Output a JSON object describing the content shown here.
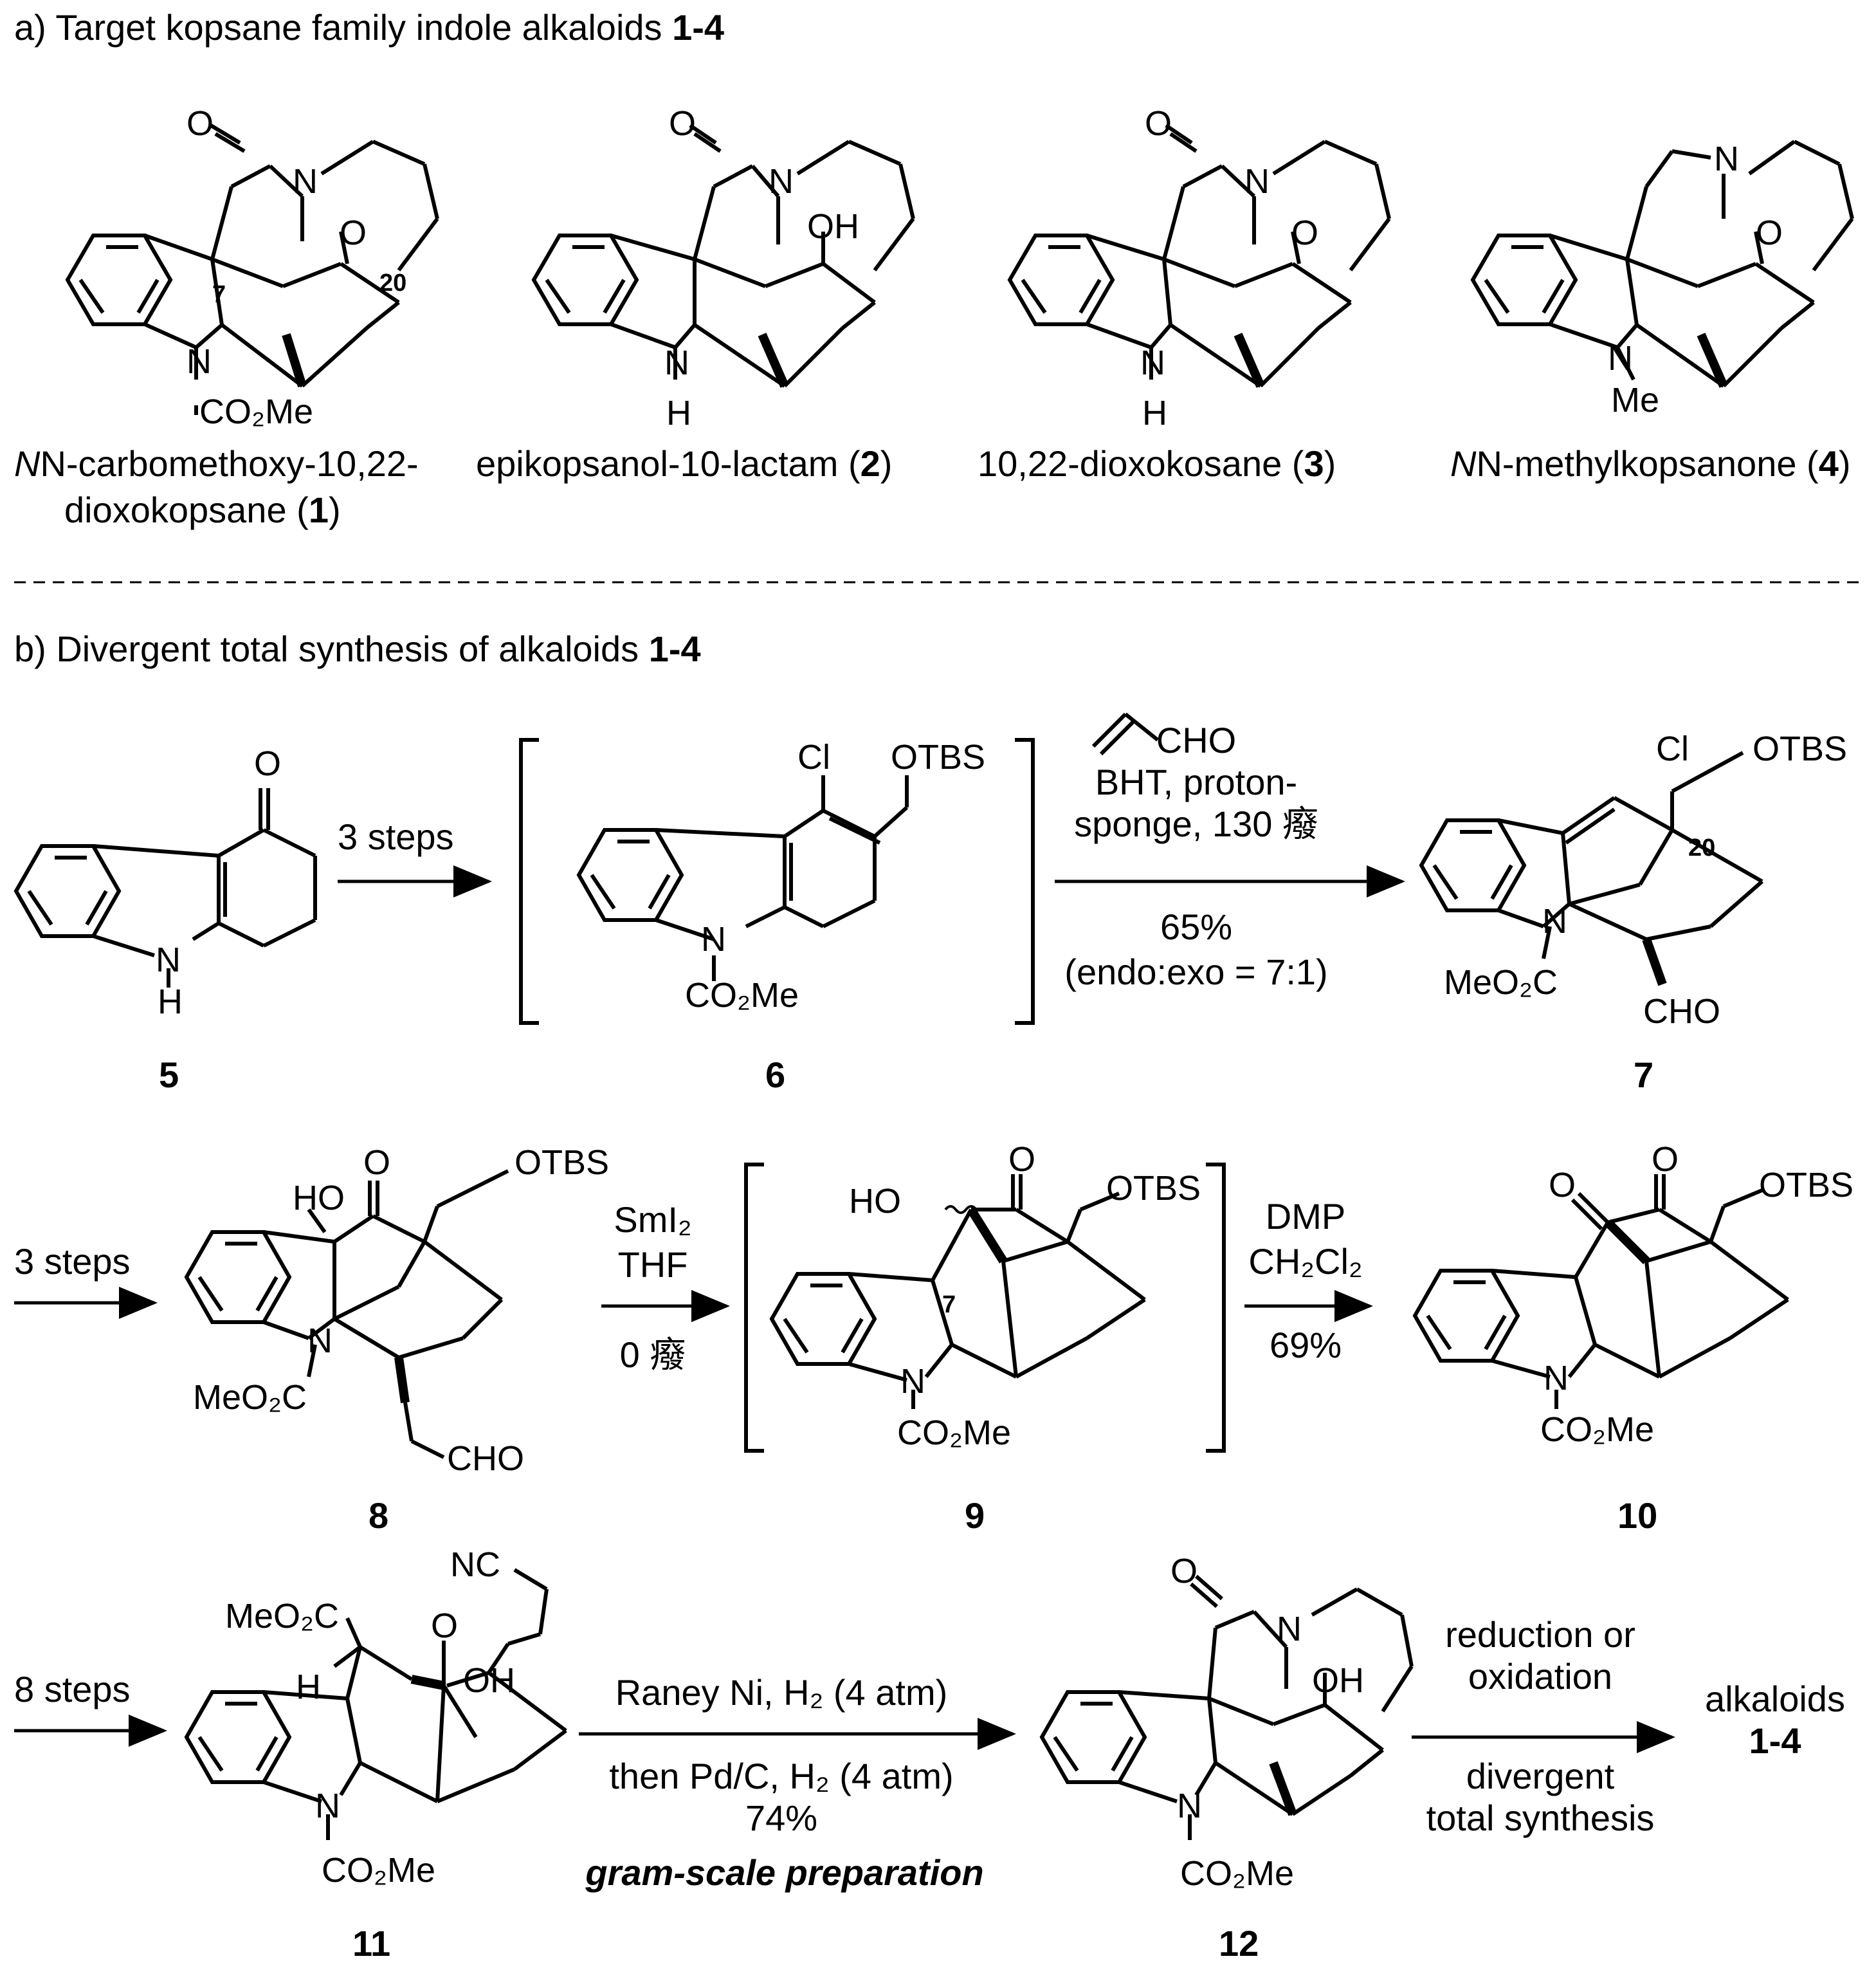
{
  "section_a": {
    "title_prefix": "a) Target kopsane family indole alkaloids ",
    "title_bold": "1-4"
  },
  "section_b": {
    "title_prefix": "b) Divergent total synthesis of alkaloids ",
    "title_bold": "1-4"
  },
  "compounds": {
    "c1": {
      "name_line1": "N-carbomethoxy-10,22-",
      "name_line2_pre": "dioxokopsane (",
      "number": "1",
      "name_close": ")"
    },
    "c2": {
      "name_pre": "epikopsanol-10-lactam (",
      "number": "2",
      "name_close": ")"
    },
    "c3": {
      "name_pre": "10,22-dioxokosane (",
      "number": "3",
      "name_close": ")"
    },
    "c4": {
      "name_pre": "N-methylkopsanone (",
      "number": "4",
      "name_close": ")"
    },
    "c5": {
      "number": "5"
    },
    "c6": {
      "number": "6"
    },
    "c7": {
      "number": "7"
    },
    "c8": {
      "number": "8"
    },
    "c9": {
      "number": "9"
    },
    "c10": {
      "number": "10"
    },
    "c11": {
      "number": "11"
    },
    "c12": {
      "number": "12"
    }
  },
  "atoms": {
    "O": "O",
    "N": "N",
    "NH": "N",
    "H": "H",
    "OH": "OH",
    "HO": "HO",
    "Cl": "Cl",
    "OTBS": "OTBS",
    "CHO": "CHO",
    "NC": "NC",
    "Me": "Me",
    "CO2Me": "CO₂Me",
    "MeO2C": "MeO₂C"
  },
  "position_labels": {
    "p7": "7",
    "p20": "20"
  },
  "conditions": {
    "step_5_6": "3 steps",
    "step_6_7": {
      "reagent": "CHO",
      "line1": "BHT, proton-",
      "line2": "sponge, 130 癈",
      "yield": "65%",
      "ratio": "(endo:exo = 7:1)"
    },
    "step_to_8": "3 steps",
    "step_8_9": {
      "line1": "SmI₂",
      "line2": "THF",
      "line3": "0 癈"
    },
    "step_9_10": {
      "line1": "DMP",
      "line2": "CH₂Cl₂",
      "yield": "69%"
    },
    "step_to_11": "8 steps",
    "step_11_12": {
      "line1": "Raney Ni, H₂ (4 atm)",
      "line2": "then Pd/C, H₂ (4 atm)",
      "yield": "74%",
      "highlight": "gram-scale preparation"
    },
    "step_12_final": {
      "line1": "reduction or",
      "line2": "oxidation",
      "line3": "divergent",
      "line4": "total synthesis"
    }
  },
  "final_product": {
    "line1": "alkaloids",
    "line2": "1-4"
  },
  "colors": {
    "ink": "#000000",
    "position_label": "#e0201b",
    "highlight": "#1515e0"
  }
}
